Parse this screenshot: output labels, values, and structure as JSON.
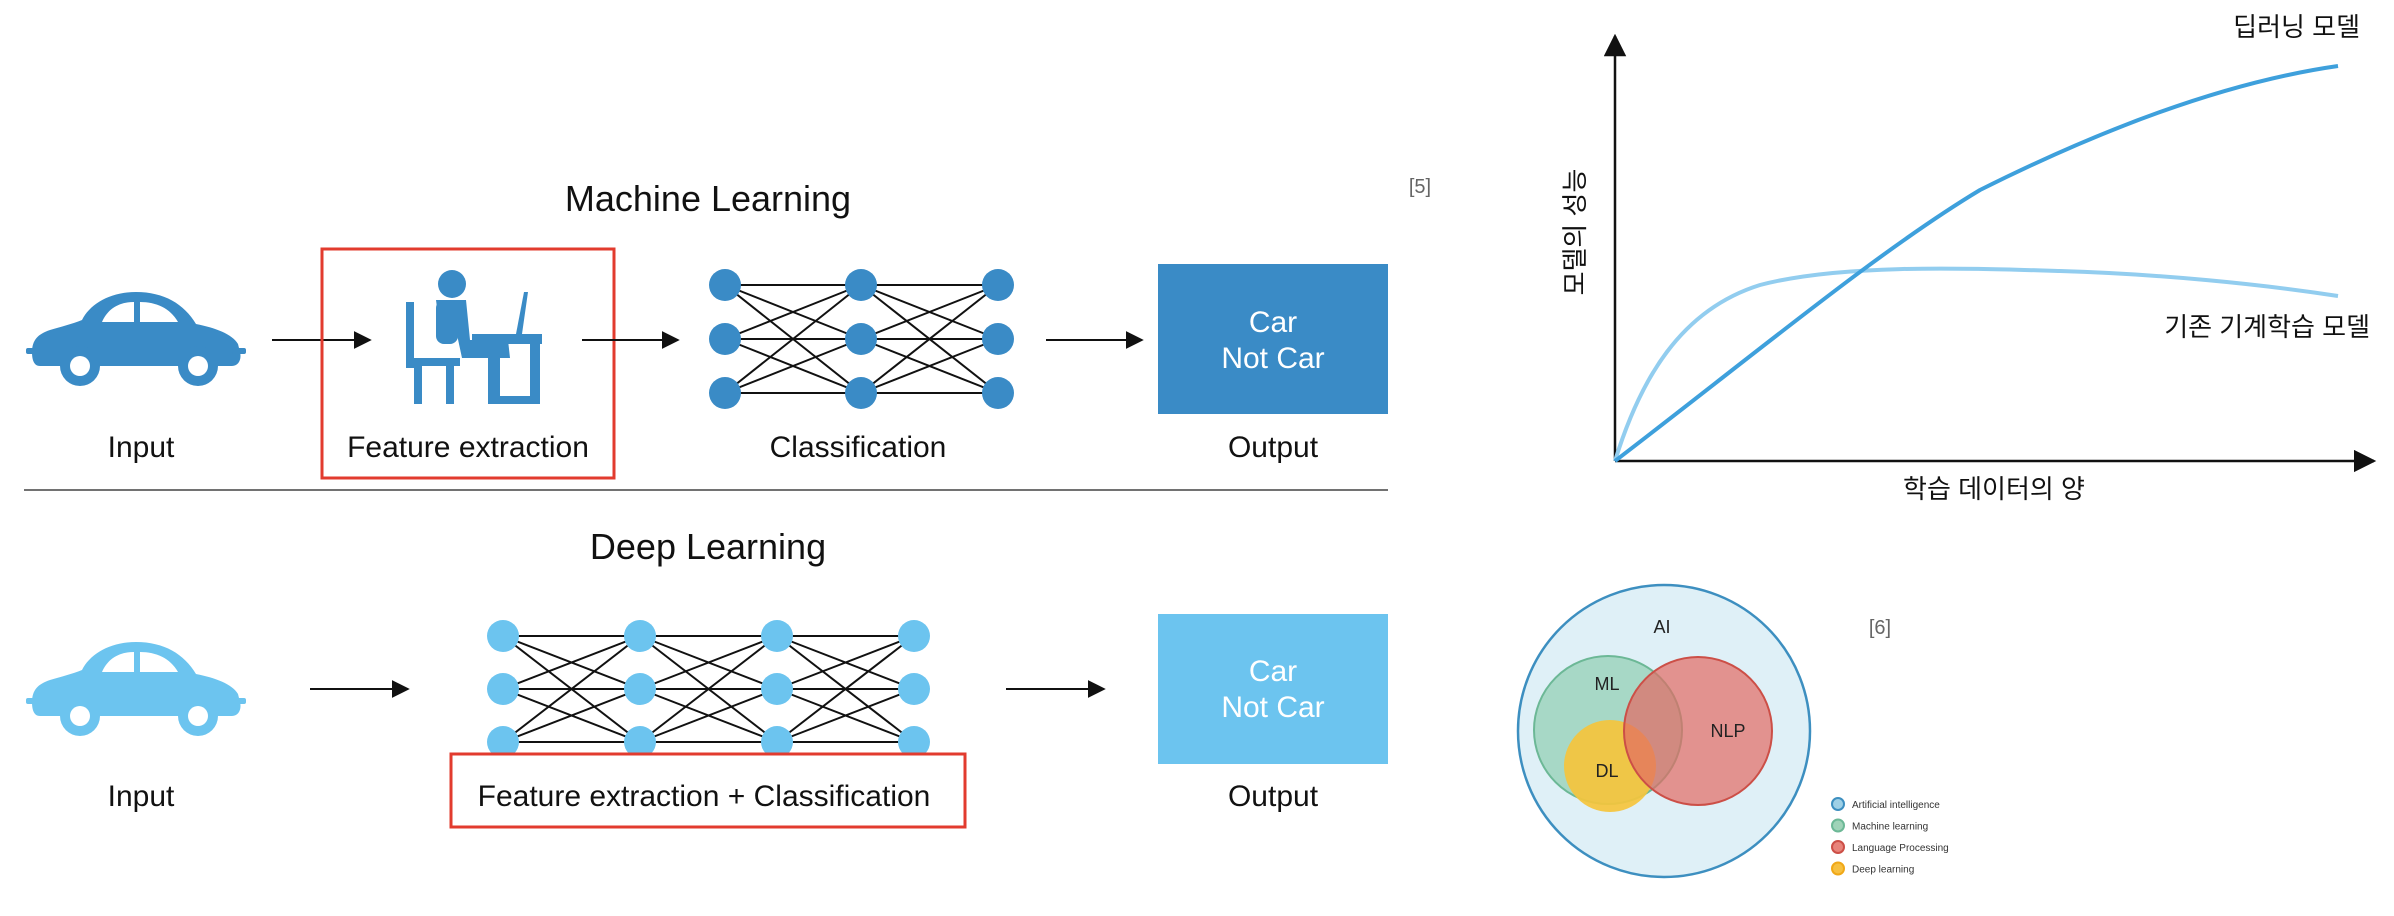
{
  "ml_panel": {
    "title": "Machine Learning",
    "citation": "[5]",
    "steps": {
      "input": "Input",
      "feature": "Feature extraction",
      "classification": "Classification",
      "output": "Output"
    },
    "output_box": {
      "line1": "Car",
      "line2": "Not Car"
    }
  },
  "dl_panel": {
    "title": "Deep Learning",
    "steps": {
      "input": "Input",
      "combined": "Feature extraction + Classification",
      "output": "Output"
    },
    "output_box": {
      "line1": "Car",
      "line2": "Not Car"
    }
  },
  "perf_chart": {
    "ylabel": "모델의 성능",
    "xlabel": "학습 데이터의 양",
    "series": {
      "deep": "딥러닝 모델",
      "classic": "기존 기계학습 모델"
    }
  },
  "venn": {
    "citation": "[6]",
    "labels": {
      "ai": "AI",
      "ml": "ML",
      "dl": "DL",
      "nlp": "NLP"
    },
    "legend": [
      {
        "label": "Artificial intelligence",
        "color": "#9ed0e6",
        "ring": "#3d8fc0"
      },
      {
        "label": "Machine learning",
        "color": "#9fd3b8",
        "ring": "#6cb896"
      },
      {
        "label": "Language Processing",
        "color": "#e8837a",
        "ring": "#cc4f47"
      },
      {
        "label": "Deep learning",
        "color": "#f7c040",
        "ring": "#f0a818"
      }
    ]
  },
  "colors": {
    "ml_blue": "#3a8bc6",
    "dl_blue": "#6cc4ef",
    "highlight_red": "#e23b2e",
    "chart_line": "#3ea0dc",
    "chart_line_light": "#92cdef"
  }
}
